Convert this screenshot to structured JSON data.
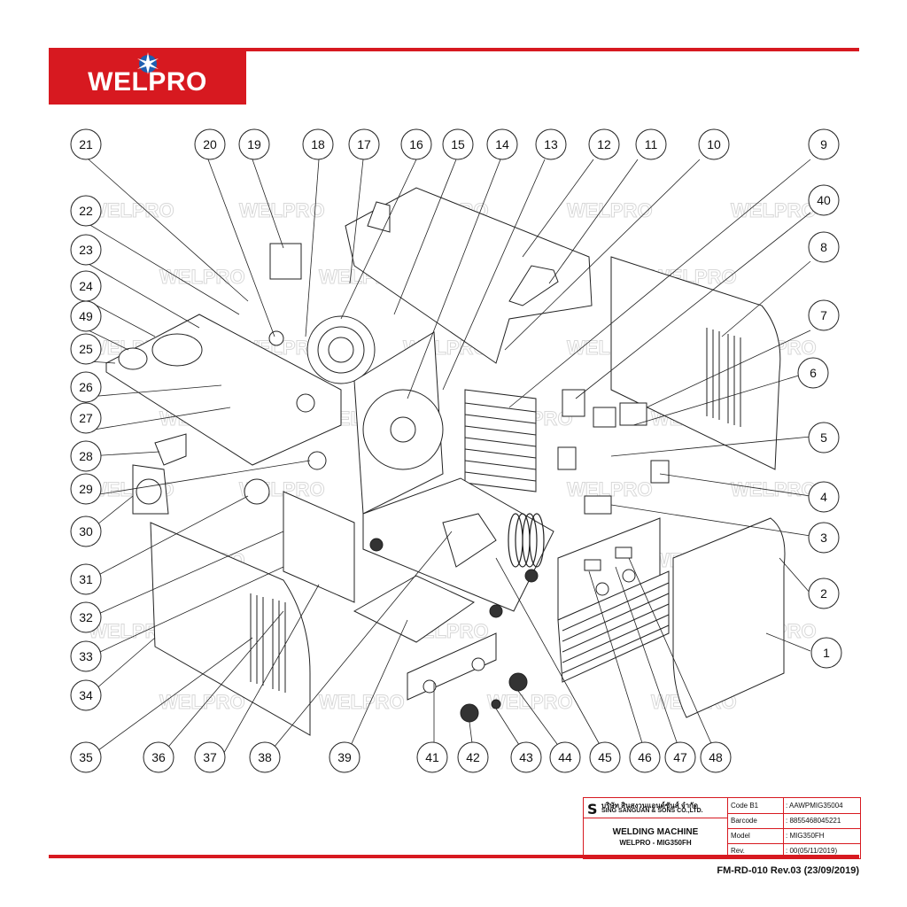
{
  "brand": {
    "logo_text": "WELPRO",
    "accent_color": "#d71920"
  },
  "diagram": {
    "watermark_text": "WELPRO",
    "callouts": [
      "1",
      "2",
      "3",
      "4",
      "5",
      "6",
      "7",
      "8",
      "9",
      "10",
      "11",
      "12",
      "13",
      "14",
      "15",
      "16",
      "17",
      "18",
      "19",
      "20",
      "21",
      "22",
      "23",
      "24",
      "25",
      "26",
      "27",
      "28",
      "29",
      "30",
      "31",
      "32",
      "33",
      "34",
      "35",
      "36",
      "37",
      "38",
      "39",
      "40",
      "41",
      "42",
      "43",
      "44",
      "45",
      "46",
      "47",
      "48",
      "49"
    ]
  },
  "title_block": {
    "company_th": "บริษัท สินสงวนแอนด์ซันส์ จำกัด",
    "company_en": "SING SANGUAN & SONS CO.,LTD.",
    "title": "WELDING MACHINE",
    "subtitle": "WELPRO - MIG350FH",
    "rows": [
      {
        "label": "Code B1",
        "value": ": AAWPMIG35004"
      },
      {
        "label": "Barcode",
        "value": ": 8855468045221"
      },
      {
        "label": "Model",
        "value": ": MIG350FH"
      },
      {
        "label": "Rev.",
        "value": ": 00(05/11/2019)"
      }
    ]
  },
  "footer": {
    "doc_ref": "FM-RD-010 Rev.03 (23/09/2019)"
  }
}
